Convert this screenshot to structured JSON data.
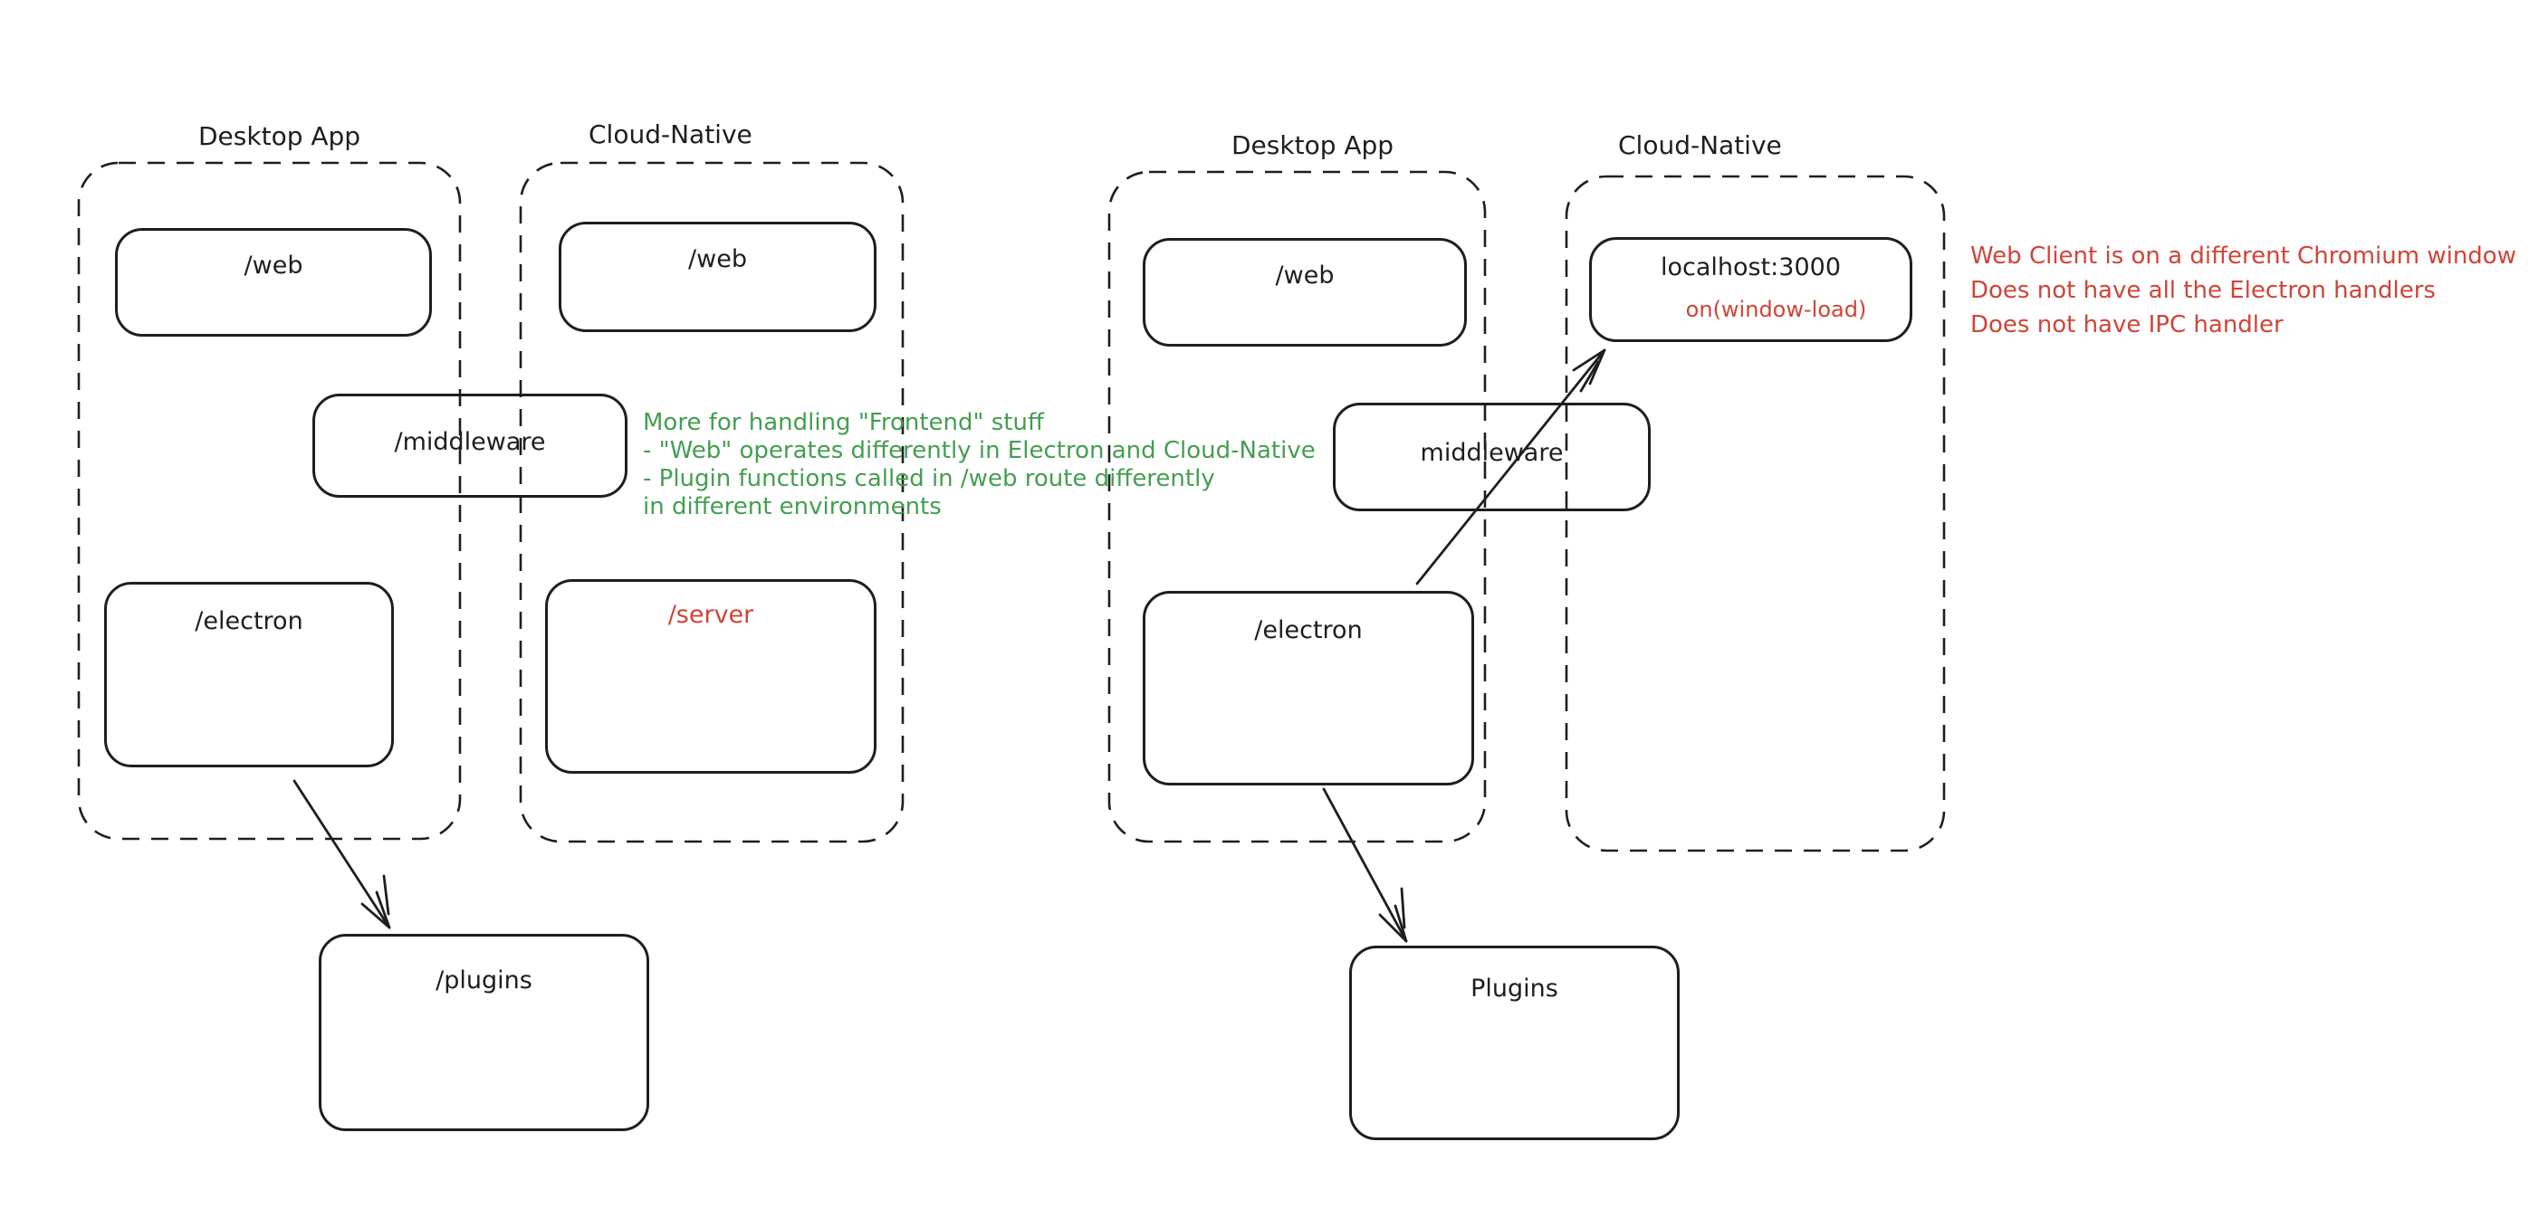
{
  "colors": {
    "stroke": "#1e1e1e",
    "green_annotation": "#449e50",
    "red_annotation": "#d04437",
    "background": "#ffffff"
  },
  "left": {
    "desktop": {
      "label": "Desktop App",
      "web": "/web",
      "electron": "/electron"
    },
    "cloud": {
      "label": "Cloud-Native",
      "web": "/web",
      "server": "/server"
    },
    "middleware": "/middleware",
    "plugins": "/plugins",
    "note": {
      "lines": [
        "More for handling \"Frontend\" stuff",
        "- \"Web\" operates differently in Electron and Cloud-Native",
        "- Plugin functions called in /web route differently",
        "in different environments"
      ]
    }
  },
  "right": {
    "desktop": {
      "label": "Desktop App",
      "web": "/web",
      "electron": "/electron"
    },
    "cloud": {
      "label": "Cloud-Native"
    },
    "localhost": {
      "title": "localhost:3000",
      "event": "on(window-load)"
    },
    "middleware": "middleware",
    "plugins": "Plugins",
    "note": {
      "lines": [
        "Web Client is on a different Chromium window",
        "Does not have all the Electron handlers",
        "Does not have IPC handler"
      ]
    }
  }
}
